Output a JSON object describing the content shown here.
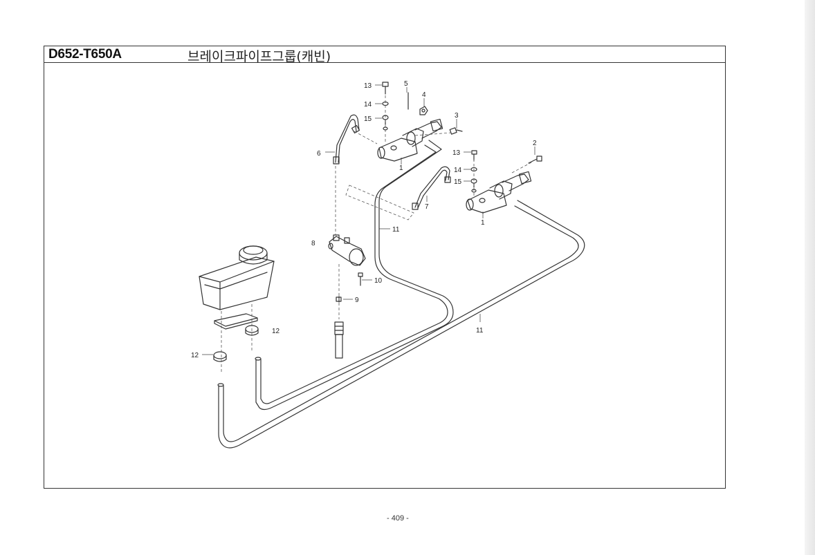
{
  "header": {
    "part_code": "D652-T650A",
    "group_title": "브레이크파이프그룹(캐빈)"
  },
  "callouts": {
    "c1a": "1",
    "c1b": "1",
    "c2": "2",
    "c3": "3",
    "c4": "4",
    "c5": "5",
    "c6": "6",
    "c7": "7",
    "c8": "8",
    "c9": "9",
    "c10": "10",
    "c11a": "11",
    "c11b": "11",
    "c12a": "12",
    "c12b": "12",
    "c13a": "13",
    "c13b": "13",
    "c14a": "14",
    "c14b": "14",
    "c15a": "15",
    "c15b": "15"
  },
  "footer": {
    "page_number": "- 409 -"
  },
  "colors": {
    "line": "#333333",
    "border": "#333333",
    "background": "#ffffff"
  }
}
